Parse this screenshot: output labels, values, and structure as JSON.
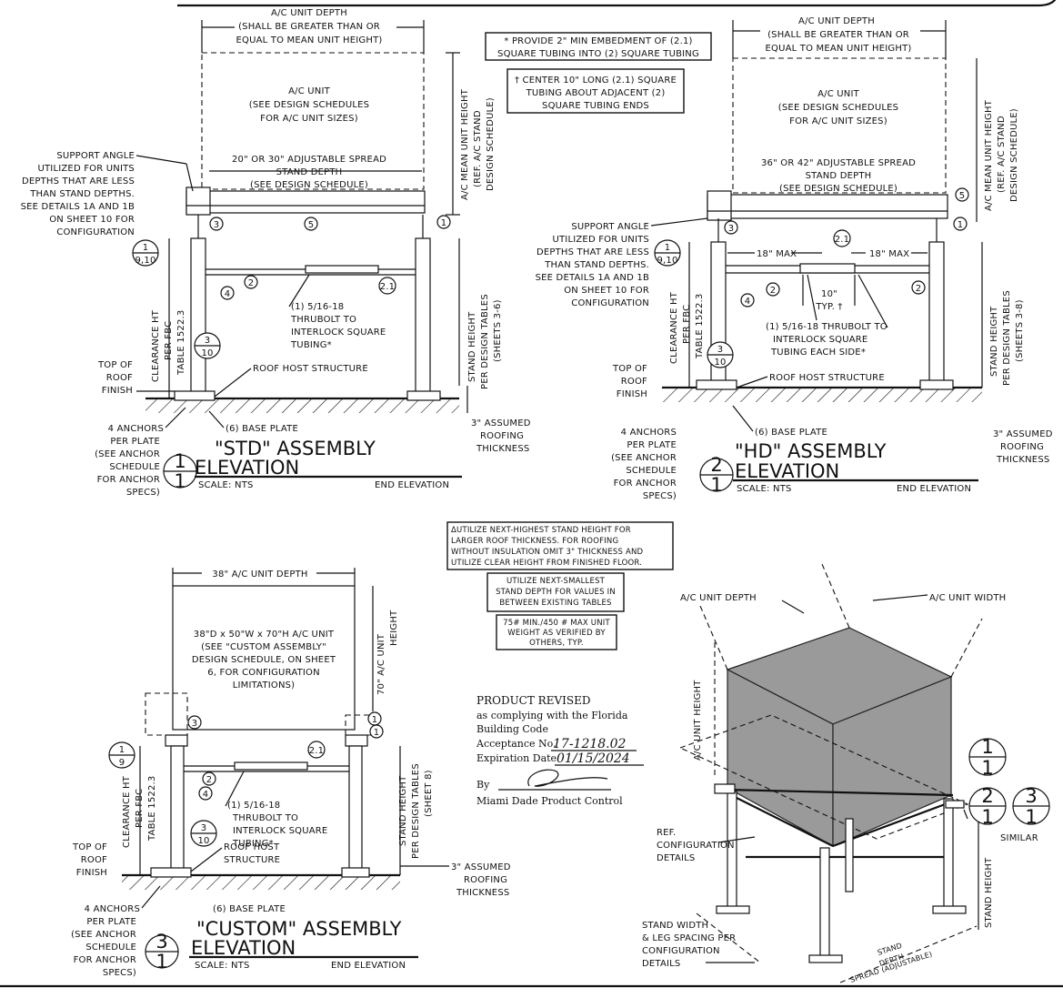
{
  "notes": {
    "embed": [
      "* PROVIDE 2\" MIN EMBEDMENT OF (2.1)",
      "SQUARE TUBING INTO (2) SQUARE TUBING"
    ],
    "center": [
      "† CENTER 10\" LONG (2.1) SQUARE",
      "TUBING ABOUT ADJACENT (2)",
      "SQUARE TUBING ENDS"
    ],
    "roof": [
      "ΔUTILIZE NEXT-HIGHEST STAND HEIGHT FOR",
      "LARGER ROOF THICKNESS. FOR ROOFING",
      "WITHOUT INSULATION OMIT 3\" THICKNESS AND",
      "UTILIZE CLEAR HEIGHT FROM FINISHED FLOOR."
    ],
    "depth": [
      "UTILIZE NEXT-SMALLEST",
      "STAND DEPTH FOR VALUES IN",
      "BETWEEN EXISTING TABLES"
    ],
    "weight": [
      "75# MIN./450 # MAX UNIT",
      "WEIGHT AS VERIFIED BY",
      "OTHERS, TYP."
    ]
  },
  "std": {
    "unit_depth": [
      "A/C UNIT DEPTH",
      "(SHALL BE GREATER THAN OR",
      "EQUAL TO MEAN UNIT HEIGHT)"
    ],
    "unit": [
      "A/C UNIT",
      "(SEE DESIGN SCHEDULES",
      "FOR A/C UNIT SIZES)"
    ],
    "spread": [
      "20\" OR 30\" ADJUSTABLE SPREAD",
      "STAND DEPTH",
      "(SEE DESIGN SCHEDULE)"
    ],
    "support": [
      "SUPPORT ANGLE",
      "UTILIZED FOR UNITS",
      "DEPTHS THAT ARE LESS",
      "THAN STAND DEPTHS.",
      "SEE DETAILS 1A AND 1B",
      "ON SHEET 10 FOR",
      "CONFIGURATION"
    ],
    "mean_height": [
      "A/C MEAN UNIT HEIGHT",
      "(REF. A/C STAND",
      "DESIGN SCHEDULE)"
    ],
    "thrubolt": [
      "(1) 5/16-18",
      "THRUBOLT TO",
      "INTERLOCK SQUARE",
      "TUBING*"
    ],
    "clearance": [
      "CLEARANCE HT",
      "PER FBC",
      "TABLE 1522.3"
    ],
    "stand_height": [
      "STAND HEIGHT",
      "PER DESIGN TABLES",
      "(SHEETS 3-6)"
    ],
    "roof_finish": [
      "TOP OF",
      "ROOF",
      "FINISH"
    ],
    "roof_host": "ROOF HOST STRUCTURE",
    "anchors": [
      "4 ANCHORS",
      "PER PLATE",
      "(SEE ANCHOR",
      "SCHEDULE",
      "FOR ANCHOR",
      "SPECS)"
    ],
    "base_plate": "(6) BASE PLATE",
    "assumed": [
      "3\" ASSUMED",
      "ROOFING",
      "THICKNESS"
    ],
    "title1": "\"STD\" ASSEMBLY",
    "title2": "ELEVATION",
    "scale": "SCALE: NTS",
    "end": "END ELEVATION",
    "detail_num": "1",
    "sheet_num": "1"
  },
  "hd": {
    "unit_depth": [
      "A/C UNIT DEPTH",
      "(SHALL BE GREATER THAN OR",
      "EQUAL TO MEAN UNIT HEIGHT)"
    ],
    "unit": [
      "A/C UNIT",
      "(SEE DESIGN SCHEDULES",
      "FOR A/C UNIT SIZES)"
    ],
    "spread": [
      "36\" OR 42\" ADJUSTABLE SPREAD",
      "STAND DEPTH",
      "(SEE DESIGN SCHEDULE)"
    ],
    "support": [
      "SUPPORT ANGLE",
      "UTILIZED FOR UNITS",
      "DEPTHS THAT ARE LESS",
      "THAN STAND DEPTHS.",
      "SEE DETAILS 1A AND 1B",
      "ON SHEET 10 FOR",
      "CONFIGURATION"
    ],
    "mean_height": [
      "A/C MEAN UNIT HEIGHT",
      "(REF. A/C STAND",
      "DESIGN SCHEDULE)"
    ],
    "max_left": "18\" MAX",
    "max_right": "18\" MAX",
    "typ": [
      "10\"",
      "TYP. †"
    ],
    "thrubolt": [
      "(1) 5/16-18 THRUBOLT TO",
      "INTERLOCK SQUARE",
      "TUBING EACH SIDE*"
    ],
    "clearance": [
      "CLEARANCE HT",
      "PER FBC",
      "TABLE 1522.3"
    ],
    "stand_height": [
      "STAND HEIGHT",
      "PER DESIGN TABLES",
      "(SHEETS 3-8)"
    ],
    "roof_finish": [
      "TOP OF",
      "ROOF",
      "FINISH"
    ],
    "roof_host": "ROOF HOST STRUCTURE",
    "anchors": [
      "4 ANCHORS",
      "PER PLATE",
      "(SEE ANCHOR",
      "SCHEDULE",
      "FOR ANCHOR",
      "SPECS)"
    ],
    "base_plate": "(6) BASE PLATE",
    "assumed": [
      "3\" ASSUMED",
      "ROOFING",
      "THICKNESS"
    ],
    "title1": "\"HD\" ASSEMBLY",
    "title2": "ELEVATION",
    "scale": "SCALE: NTS",
    "end": "END ELEVATION",
    "detail_num": "2",
    "sheet_num": "1"
  },
  "custom": {
    "unit_depth": "38\" A/C UNIT DEPTH",
    "unit": [
      "38\"D x 50\"W x 70\"H A/C UNIT",
      "(SEE \"CUSTOM ASSEMBLY\"",
      "DESIGN SCHEDULE, ON SHEET",
      "6, FOR CONFIGURATION",
      "LIMITATIONS)"
    ],
    "unit_height": [
      "70\" A/C UNIT",
      "HEIGHT"
    ],
    "thrubolt": [
      "(1) 5/16-18",
      "THRUBOLT TO",
      "INTERLOCK SQUARE",
      "TUBING*"
    ],
    "clearance": [
      "CLEARANCE HT",
      "PER FBC",
      "TABLE 1522.3"
    ],
    "stand_height": [
      "STAND HEIGHT",
      "PER DESIGN TABLES",
      "(SHEET 8)"
    ],
    "roof_finish": [
      "TOP OF",
      "ROOF",
      "FINISH"
    ],
    "roof_host": [
      "ROOF HOST",
      "STRUCTURE"
    ],
    "anchors": [
      "4 ANCHORS",
      "PER PLATE",
      "(SEE ANCHOR",
      "SCHEDULE",
      "FOR ANCHOR",
      "SPECS)"
    ],
    "base_plate": "(6) BASE PLATE",
    "assumed": [
      "3\" ASSUMED",
      "ROOFING",
      "THICKNESS"
    ],
    "title1": "\"CUSTOM\" ASSEMBLY",
    "title2": "ELEVATION",
    "scale": "SCALE: NTS",
    "end": "END ELEVATION",
    "detail_num": "3",
    "sheet_num": "1"
  },
  "iso": {
    "unit_depth": "A/C UNIT DEPTH",
    "unit_width": "A/C UNIT WIDTH",
    "unit_height": "A/C UNIT HEIGHT",
    "config": [
      "REF.",
      "CONFIGURATION",
      "DETAILS"
    ],
    "stand_width": [
      "STAND WIDTH",
      "& LEG SPACING PER",
      "CONFIGURATION",
      "DETAILS"
    ],
    "stand_height": "STAND HEIGHT",
    "stand_depth": [
      "STAND",
      "DEPTH",
      "SPREAD (ADJUSTABLE)"
    ],
    "similar": "SIMILAR",
    "callouts": [
      {
        "num": "1",
        "sheet": "1"
      },
      {
        "num": "2",
        "sheet": "1"
      },
      {
        "num": "3",
        "sheet": "1"
      }
    ]
  },
  "stamp": {
    "line1": "PRODUCT REVISED",
    "line2": "as complying with the Florida",
    "line3": "Building Code",
    "acceptance_label": "Acceptance No.",
    "acceptance_value": "17-1218.02",
    "expiration_label": "Expiration Date",
    "expiration_value": "01/15/2024",
    "by": "By",
    "control": "Miami Dade Product Control"
  },
  "callouts": {
    "c1": "1",
    "c2": "2",
    "c21": "2.1",
    "c3": "3",
    "c4": "4",
    "c5": "5",
    "c6": "6",
    "d1": "1",
    "s910": "9,10",
    "d3": "3",
    "s10": "10",
    "s9": "9"
  }
}
